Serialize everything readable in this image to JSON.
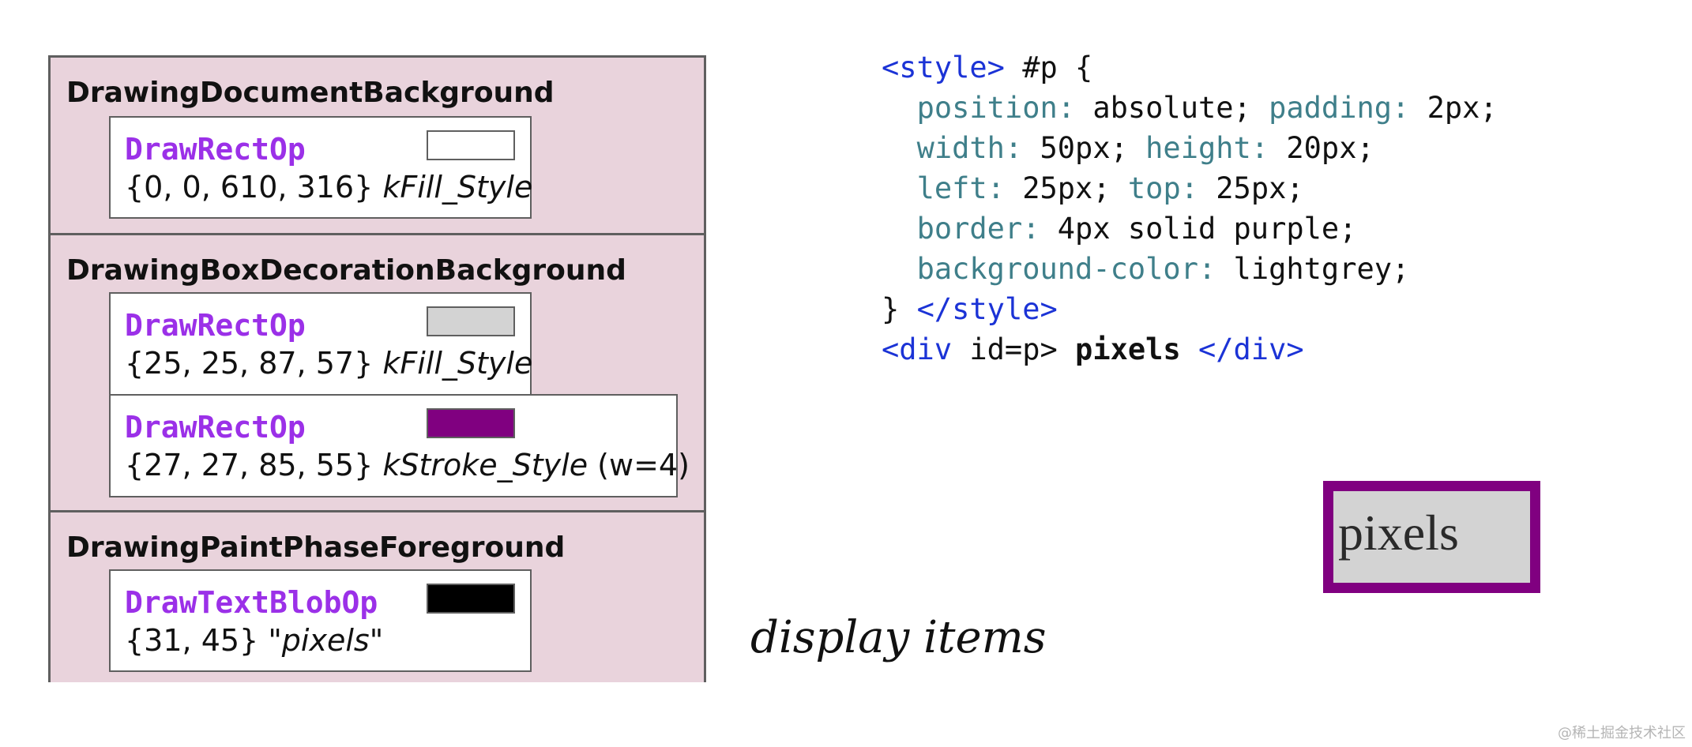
{
  "groups": [
    {
      "title": "DrawingDocumentBackground",
      "ops": [
        {
          "name": "DrawRectOp",
          "args": "{0, 0, 610, 316}",
          "style": "kFill_Style",
          "extra": "",
          "swatch": "#ffffff"
        }
      ]
    },
    {
      "title": "DrawingBoxDecorationBackground",
      "ops": [
        {
          "name": "DrawRectOp",
          "args": "{25, 25, 87, 57}",
          "style": "kFill_Style",
          "extra": "",
          "swatch": "#d3d3d3"
        },
        {
          "name": "DrawRectOp",
          "args": "{27, 27, 85, 55}",
          "style": "kStroke_Style",
          "extra": "(w=4)",
          "swatch": "#800080"
        }
      ]
    },
    {
      "title": "DrawingPaintPhaseForeground",
      "ops": [
        {
          "name": "DrawTextBlobOp",
          "args": "{31, 45}",
          "style": "\"pixels\"",
          "extra": "",
          "swatch": "#000000"
        }
      ]
    }
  ],
  "code": {
    "l1_open": "<style>",
    "l1_sel": " #p {",
    "l2_p1": "position:",
    "l2_v1": " absolute;",
    "l2_p2": "padding:",
    "l2_v2": " 2px;",
    "l3_p1": "width:",
    "l3_v1": " 50px;",
    "l3_p2": "height:",
    "l3_v2": " 20px;",
    "l4_p1": "left:",
    "l4_v1": " 25px;",
    "l4_p2": "top:",
    "l4_v2": " 25px;",
    "l5_p1": "border:",
    "l5_v1": " 4px solid purple;",
    "l6_p1": "background-color:",
    "l6_v1": " lightgrey;",
    "l7_close": "}",
    "l7_tag": "</style>",
    "l8_open": "<div",
    "l8_attr": " id=p>",
    "l8_text": "pixels",
    "l8_close": "</div>"
  },
  "caption": "display items",
  "rendered": {
    "text": "pixels",
    "border_color": "#800080",
    "background": "#d3d3d3"
  },
  "watermark": "@稀土掘金技术社区"
}
